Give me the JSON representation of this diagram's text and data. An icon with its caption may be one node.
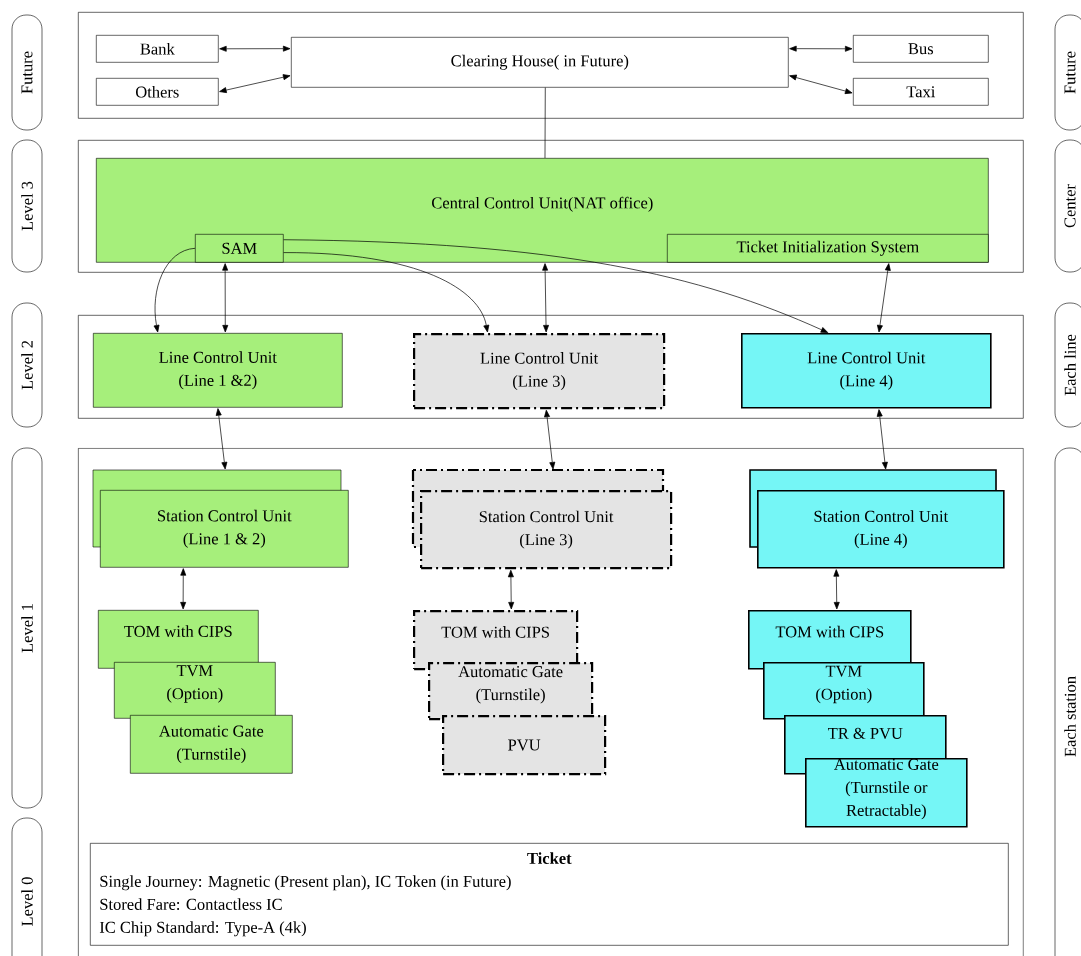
{
  "diagram": {
    "nodes": [
      {
        "text": [
          "Future"
        ]
      },
      {
        "text": [],
        "shape": "box"
      },
      {
        "text": [
          "Bank"
        ],
        "in": 1
      },
      {
        "text": [
          "Clearing House( in Future)"
        ],
        "in": 1
      },
      {
        "text": [
          "Bus"
        ],
        "in": 1
      },
      {
        "text": [
          "Others"
        ],
        "in": 1
      },
      {
        "text": [
          "Taxi"
        ],
        "in": 1
      },
      {
        "text": [
          "Future"
        ]
      },
      {
        "text": [
          "Level 3"
        ]
      },
      {
        "text": [],
        "shape": "box"
      },
      {
        "text": [
          "Central Control Unit(NAT office)"
        ],
        "in": 9
      },
      {
        "text": [
          "SAM"
        ],
        "in": 10
      },
      {
        "text": [
          "Ticket Initialization System"
        ],
        "in": 10
      },
      {
        "text": [
          "Center"
        ]
      },
      {
        "text": [
          "Level 2"
        ]
      },
      {
        "text": [],
        "shape": "box"
      },
      {
        "text": [
          "Line Control Unit (Line 1 &2)"
        ],
        "in": 15
      },
      {
        "text": [
          "Line Control Unit (Line 3)"
        ],
        "in": 15
      },
      {
        "text": [
          "Line Control Unit (Line 4)"
        ],
        "in": 15
      },
      {
        "text": [
          "Each line"
        ]
      },
      {
        "text": [
          "Level 1"
        ]
      },
      {
        "text": [],
        "shape": "box"
      },
      {
        "text": [
          "Station Control Unit (Line 1 & 2)"
        ],
        "in": 21
      },
      {
        "text": [
          "Station Control Unit (Line 3)"
        ],
        "in": 21
      },
      {
        "text": [
          "Station Control Unit (Line 4)"
        ],
        "in": 21
      },
      {
        "text": [
          "TOM with CIPS"
        ],
        "in": 21
      },
      {
        "text": [
          "TVM (Option)"
        ],
        "in": 21
      },
      {
        "text": [
          "Automatic Gate (Turnstile)"
        ],
        "in": 21
      },
      {
        "text": [
          "TOM with CIPS"
        ],
        "in": 21
      },
      {
        "text": [
          "Automatic Gate (Turnstile)"
        ],
        "in": 21
      },
      {
        "text": [
          "PVU"
        ],
        "in": 21
      },
      {
        "text": [
          "TOM with CIPS"
        ],
        "in": 21
      },
      {
        "text": [
          "TVM (Option)"
        ],
        "in": 21
      },
      {
        "text": [
          "TR & PVU"
        ],
        "in": 21
      },
      {
        "text": [
          "Automatic Gate (Turnstile or Retractable)"
        ],
        "in": 21
      },
      {
        "text": [
          "Ticket",
          "Single Journey: Magnetic (Present plan), IC Token (in Future)",
          "Stored Fare: Contactless IC",
          "IC Chip Standard: Type-A (4k)"
        ],
        "in": 21
      },
      {
        "text": [
          "Each station"
        ]
      },
      {
        "text": [
          "Level 0"
        ]
      }
    ],
    "edges": [
      {
        "from": 2,
        "to": 3,
        "arrow": "both"
      },
      {
        "from": 5,
        "to": 3,
        "arrow": "both"
      },
      {
        "from": 3,
        "to": 4,
        "arrow": "both"
      },
      {
        "from": 3,
        "to": 6,
        "arrow": "both"
      },
      {
        "from": 3,
        "to": 10,
        "arrow": "none"
      },
      {
        "from": 11,
        "to": 16,
        "arrow": "to"
      },
      {
        "from": 11,
        "to": 16,
        "arrow": "both"
      },
      {
        "from": 11,
        "to": 17,
        "arrow": "to"
      },
      {
        "from": 10,
        "to": 17,
        "arrow": "both"
      },
      {
        "from": 11,
        "to": 18,
        "arrow": "to"
      },
      {
        "from": 12,
        "to": 18,
        "arrow": "both"
      },
      {
        "from": 16,
        "to": 22,
        "arrow": "both"
      },
      {
        "from": 17,
        "to": 23,
        "arrow": "both"
      },
      {
        "from": 18,
        "to": 24,
        "arrow": "both"
      },
      {
        "from": 22,
        "to": 25,
        "arrow": "both"
      },
      {
        "from": 23,
        "to": 28,
        "arrow": "both"
      },
      {
        "from": 24,
        "to": 31,
        "arrow": "both"
      }
    ]
  }
}
